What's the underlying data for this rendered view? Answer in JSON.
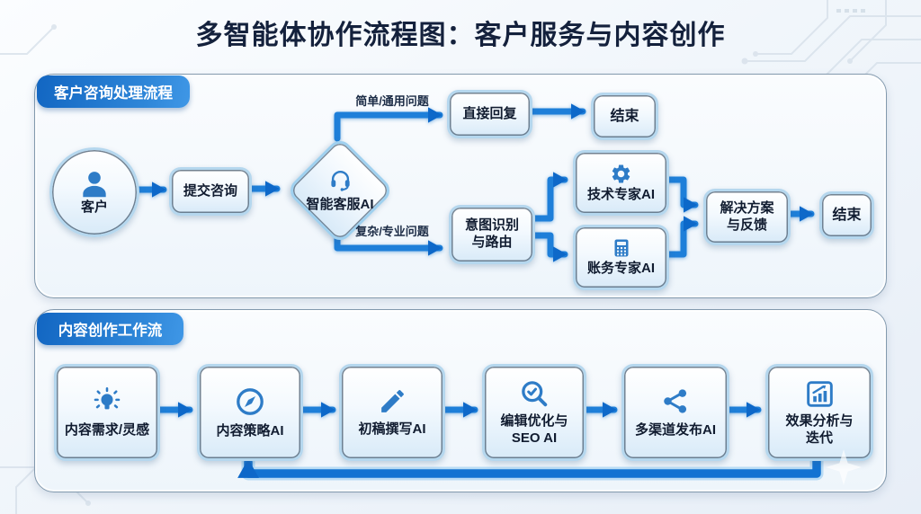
{
  "title": "多智能体协作流程图：客户服务与内容创作",
  "colors": {
    "accent_blue": "#1779d9",
    "arrow_blue": "#1e7fd9",
    "arrowhead_blue": "#0d68c9",
    "icon_blue": "#2e7cc7",
    "tab_gradient_start": "#1266c2",
    "tab_gradient_end": "#3f97e6",
    "title_navy": "#14213c",
    "node_border": "#b5d7ee",
    "panel_border": "#8299ad"
  },
  "section1": {
    "tab": "客户咨询处理流程",
    "customer": {
      "label": "客户",
      "icon": "person-icon"
    },
    "submit": {
      "label": "提交咨询"
    },
    "agent": {
      "label": "智能客服AI",
      "icon": "headset-icon"
    },
    "branch_simple": "简单/通用问题",
    "branch_complex": "复杂/专业问题",
    "direct_reply": {
      "label": "直接回复"
    },
    "end_top": {
      "label": "结束"
    },
    "intent": {
      "label": "意图识别\n与路由"
    },
    "tech": {
      "label": "技术专家AI",
      "icon": "gear-icon"
    },
    "billing": {
      "label": "账务专家AI",
      "icon": "calculator-icon"
    },
    "solution": {
      "label": "解决方案\n与反馈"
    },
    "end_right": {
      "label": "结束"
    }
  },
  "section2": {
    "tab": "内容创作工作流",
    "steps": [
      {
        "label": "内容需求/灵感",
        "icon": "lightbulb-icon"
      },
      {
        "label": "内容策略AI",
        "icon": "compass-icon"
      },
      {
        "label": "初稿撰写AI",
        "icon": "pencil-icon"
      },
      {
        "label": "编辑优化与\nSEO AI",
        "icon": "seo-search-check-icon"
      },
      {
        "label": "多渠道发布AI",
        "icon": "share-icon"
      },
      {
        "label": "效果分析与\n迭代",
        "icon": "bar-chart-icon"
      }
    ]
  }
}
